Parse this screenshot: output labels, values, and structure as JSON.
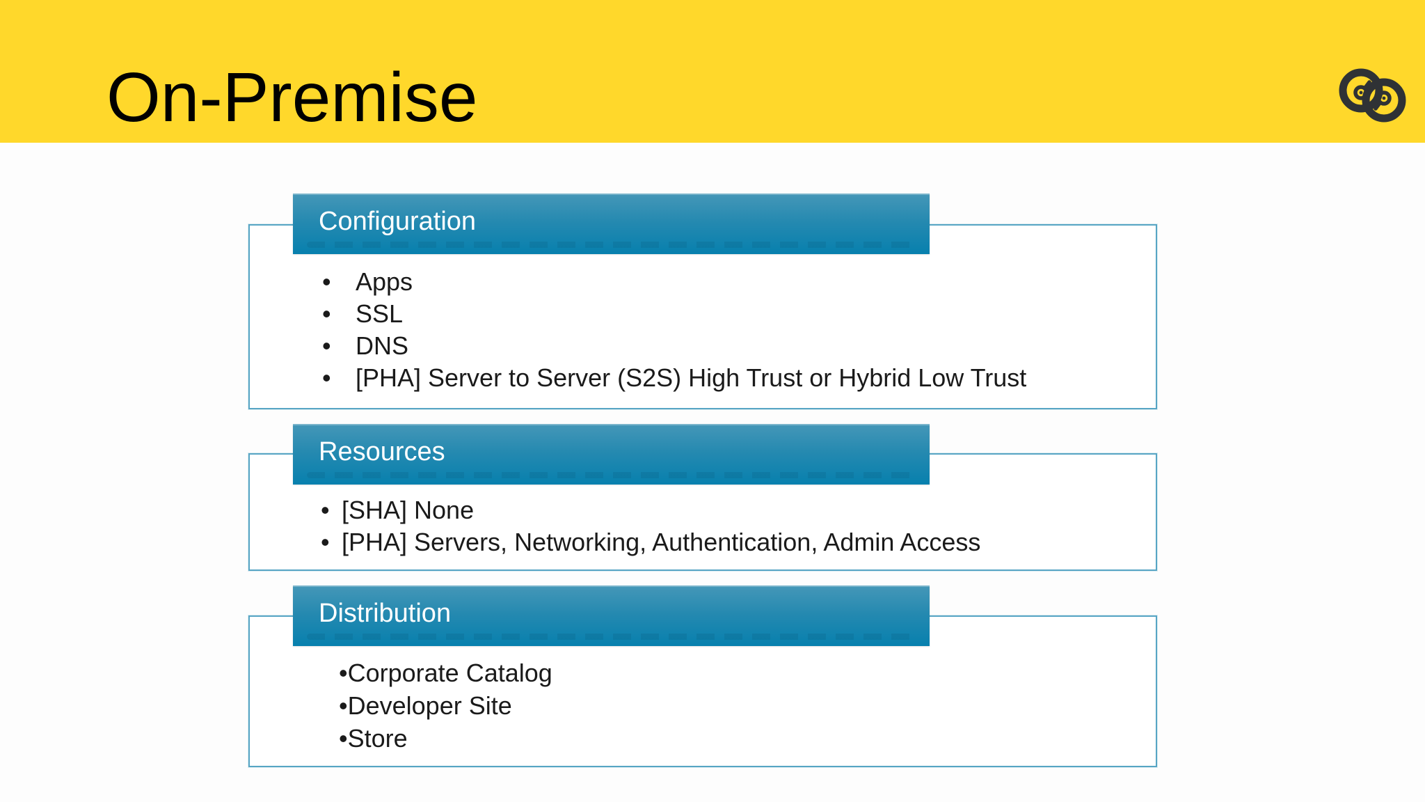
{
  "slide_title": "On-Premise",
  "logo": {
    "name": "double-spiral-logo"
  },
  "sections": [
    {
      "title": "Configuration",
      "bullets": [
        "Apps",
        "SSL",
        "DNS",
        "[PHA] Server to Server (S2S) High Trust or Hybrid Low Trust"
      ]
    },
    {
      "title": "Resources",
      "bullets": [
        "[SHA] None",
        "[PHA] Servers, Networking, Authentication, Admin Access"
      ]
    },
    {
      "title": "Distribution",
      "bullets": [
        "Corporate Catalog",
        "Developer Site",
        "Store"
      ]
    }
  ],
  "colors": {
    "band": "#FFD82B",
    "header_gradient_top": "#4597B8",
    "header_gradient_bottom": "#0780AE",
    "box_border": "#57A5C4",
    "logo": "#2F3235",
    "text": "#1A1A1A"
  }
}
